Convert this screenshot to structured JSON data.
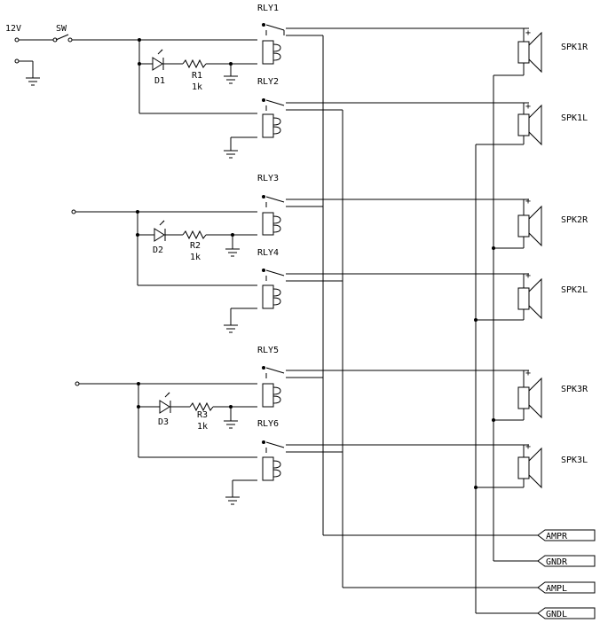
{
  "supply": {
    "voltage_label": "12V",
    "switch_label": "SW"
  },
  "sections": [
    {
      "relay_a": "RLY1",
      "relay_b": "RLY2",
      "led": "D1",
      "resistor": "R1",
      "resistor_value": "1k"
    },
    {
      "relay_a": "RLY3",
      "relay_b": "RLY4",
      "led": "D2",
      "resistor": "R2",
      "resistor_value": "1k"
    },
    {
      "relay_a": "RLY5",
      "relay_b": "RLY6",
      "led": "D3",
      "resistor": "R3",
      "resistor_value": "1k"
    }
  ],
  "speakers": [
    "SPK1R",
    "SPK1L",
    "SPK2R",
    "SPK2L",
    "SPK3R",
    "SPK3L"
  ],
  "speaker_polarity_mark": "+",
  "connectors": [
    "AMPR",
    "GNDR",
    "AMPL",
    "GNDL"
  ]
}
